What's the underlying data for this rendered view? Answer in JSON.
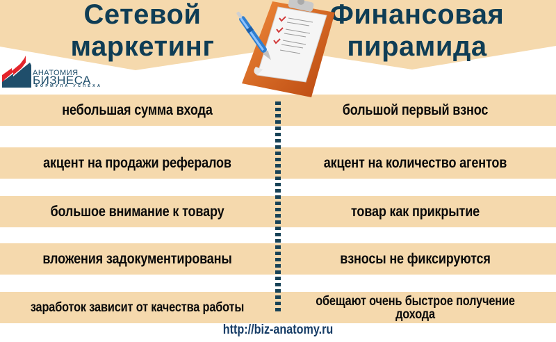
{
  "header": {
    "left_title_line1": "Сетевой",
    "left_title_line2": "маркетинг",
    "right_title_line1": "Финансовая",
    "right_title_line2": "пирамида"
  },
  "logo": {
    "line1": "АНАТОМИЯ",
    "line2": "БИЗНЕСА",
    "line3": "ФОРМУЛА УСПЕХА"
  },
  "comparison": {
    "rows": [
      {
        "left": "небольшая сумма входа",
        "right": "большой первый взнос"
      },
      {
        "left": "акцент на продажи рефералов",
        "right": "акцент на количество агентов"
      },
      {
        "left": "большое внимание к товару",
        "right": "товар как прикрытие"
      },
      {
        "left": "вложения задокументированы",
        "right": "взносы не фиксируются"
      },
      {
        "left": "заработок зависит от качества работы",
        "right": "обещают очень быстрое получение дохода"
      }
    ]
  },
  "footer": {
    "url": "http://biz-anatomy.ru"
  },
  "colors": {
    "band": "#f5d9ad",
    "title": "#0f3d55",
    "divider": "#174257",
    "url": "#163c66",
    "logo_red": "#e3242b",
    "logo_blue": "#1f4e6b",
    "clipboard_orange": "#d9641c"
  }
}
